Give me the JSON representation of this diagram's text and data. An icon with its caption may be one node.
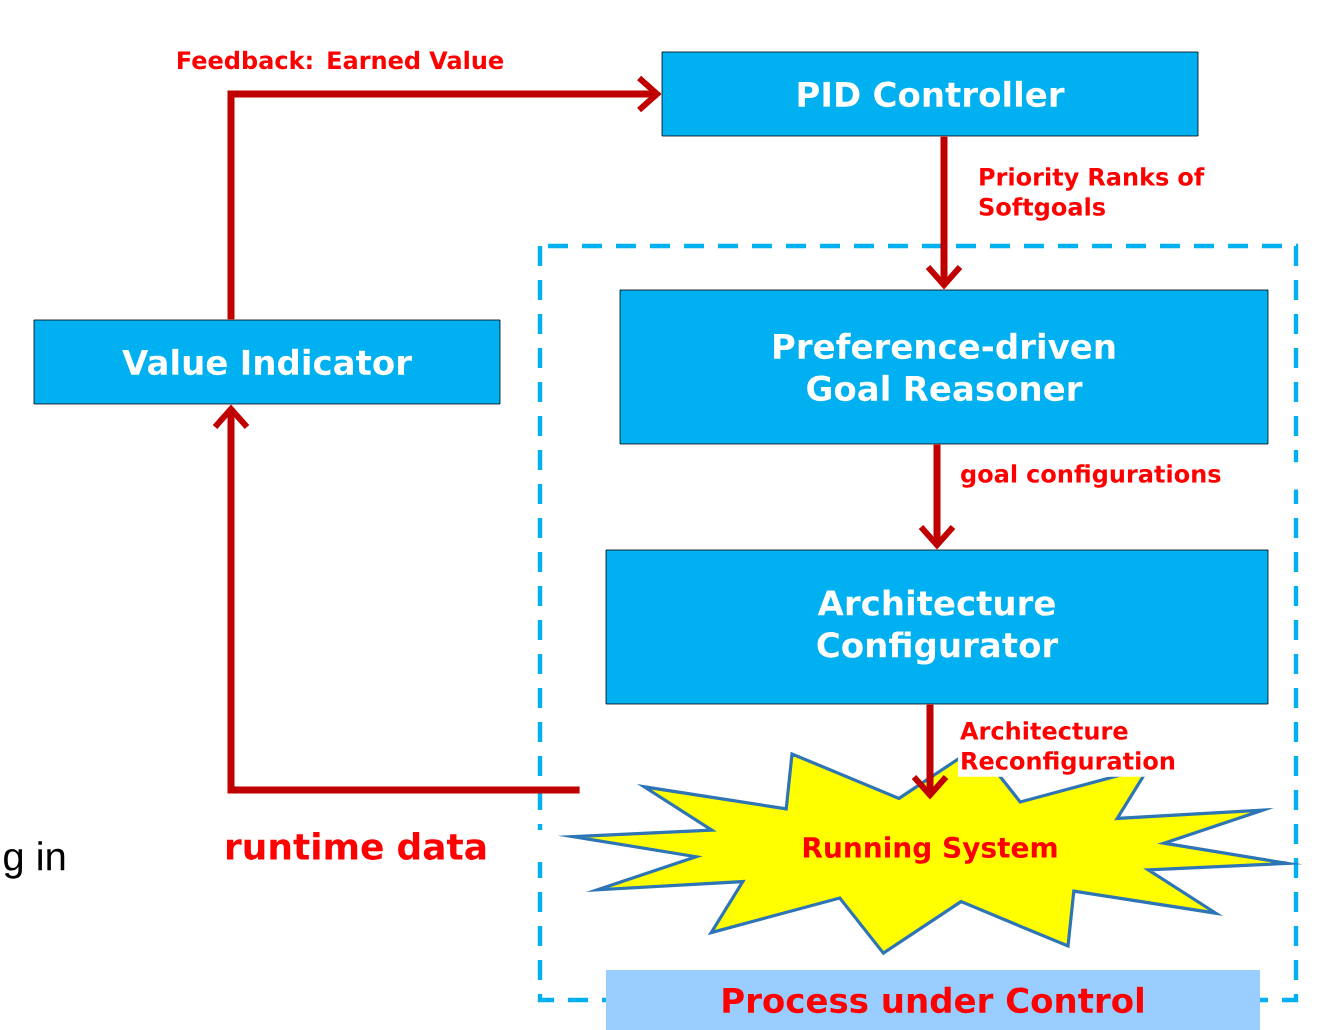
{
  "diagram": {
    "nodes": [
      {
        "text": [
          "PID Controller"
        ]
      },
      {
        "text": [
          "Value Indicator"
        ]
      },
      {
        "text": [
          "Process under Control"
        ]
      },
      {
        "text": [
          "Preference-driven Goal Reasoner"
        ],
        "in": 2
      },
      {
        "text": [
          "Architecture Configurator"
        ],
        "in": 2
      },
      {
        "text": [
          "Running System"
        ],
        "in": 2
      }
    ],
    "edges": [
      {
        "from": 1,
        "to": 0,
        "arrow": "to",
        "label": "Feedback: Earned Value"
      },
      {
        "from": 0,
        "to": 3,
        "arrow": "to",
        "label": "Priority Ranks of Softgoals"
      },
      {
        "from": 3,
        "to": 4,
        "arrow": "to",
        "label": "goal configurations"
      },
      {
        "from": 4,
        "to": 5,
        "arrow": "to",
        "label": "Architecture Reconfiguration"
      },
      {
        "from": 5,
        "to": 1,
        "arrow": "to",
        "label": "runtime data"
      }
    ],
    "labels": [
      "g in"
    ]
  }
}
